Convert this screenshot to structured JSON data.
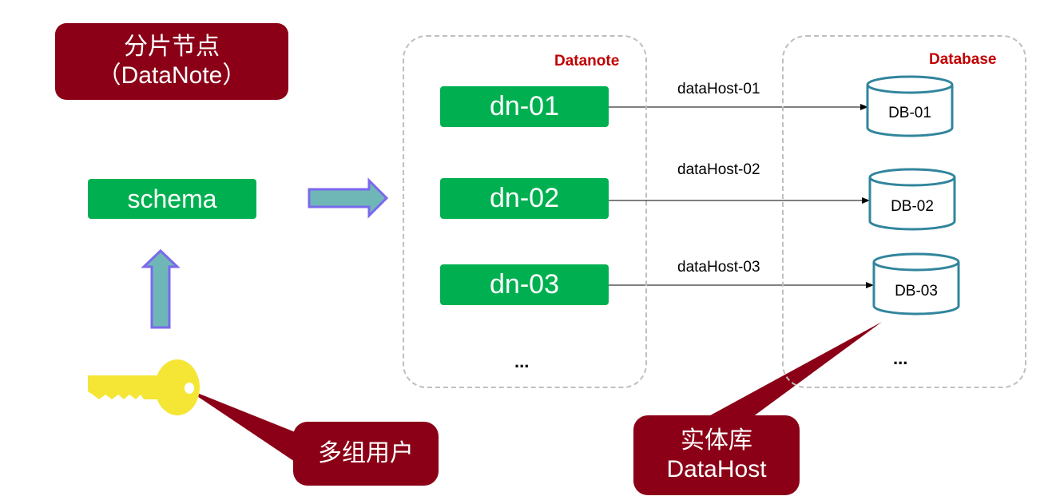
{
  "callouts": {
    "datanote_title_line1": "分片节点",
    "datanote_title_line2": "（DataNote）",
    "users_label": "多组用户",
    "datahost_line1": "实体库",
    "datahost_line2": "DataHost"
  },
  "schema_label": "schema",
  "datanote_panel": {
    "title": "Datanote",
    "nodes": [
      "dn-01",
      "dn-02",
      "dn-03"
    ],
    "ellipsis": "..."
  },
  "database_panel": {
    "title": "Database",
    "databases": [
      "DB-01",
      "DB-02",
      "DB-03"
    ],
    "ellipsis": "..."
  },
  "connections": [
    "dataHost-01",
    "dataHost-02",
    "dataHost-03"
  ],
  "colors": {
    "callout_bg": "#8b0017",
    "node_green": "#00b050",
    "panel_title_red": "#c00000",
    "arrow_fill": "#6fb7b7",
    "arrow_stroke": "#7b68ee",
    "cylinder_stroke": "#31859c",
    "key_yellow": "#f5e636"
  }
}
